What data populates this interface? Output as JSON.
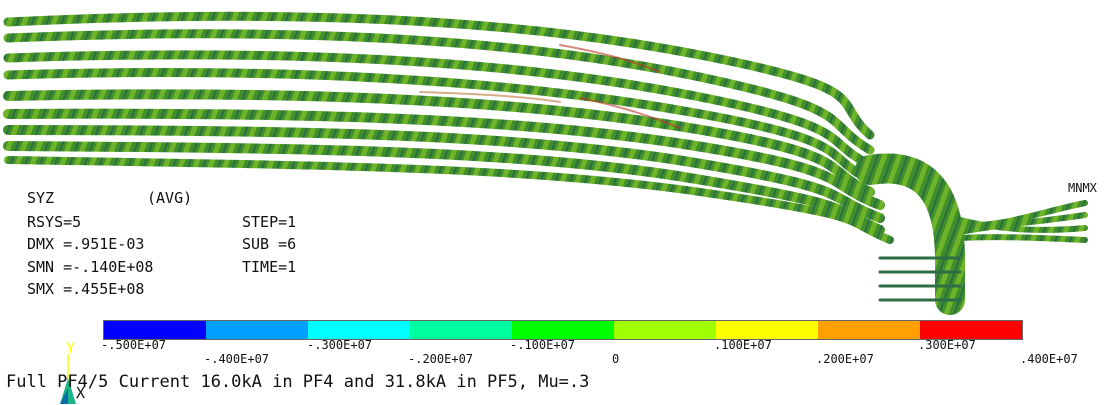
{
  "plot": {
    "stats": {
      "quantity": "SYZ",
      "averaging": "(AVG)",
      "rsys": "RSYS=5",
      "dmx": "DMX =.951E-03",
      "smn": "SMN =-.140E+08",
      "smx": "SMX =.455E+08",
      "step": "STEP=1",
      "sub": "SUB =6",
      "time": "TIME=1"
    },
    "legend": {
      "colors": [
        "#0000ff",
        "#00a0ff",
        "#00ffff",
        "#00ffa0",
        "#00ff00",
        "#a0ff00",
        "#ffff00",
        "#ffa000",
        "#ff0000"
      ],
      "labels_top": [
        ".500E+07",
        "-.300E+07",
        "-.100E+07",
        ".100E+07",
        ".300E+07"
      ],
      "labels_top_sign": "-",
      "labels_bottom": [
        "-.400E+07",
        "-.200E+07",
        "0",
        ".200E+07",
        ".400E+07"
      ]
    },
    "caption": "Full PF4/5 Current 16.0kA in PF4 and 31.8kA in PF5, Mu=.3",
    "mnmx_marker": "MNMX",
    "triad": {
      "y_label": "Y",
      "x_label": "X"
    }
  }
}
